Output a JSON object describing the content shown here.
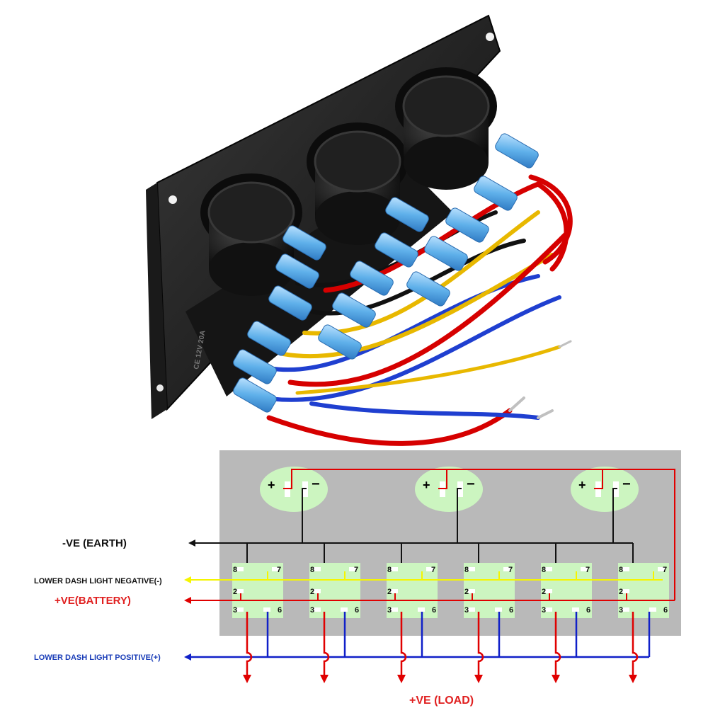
{
  "labels": {
    "earth": "-VE (EARTH)",
    "light_negative": "LOWER DASH LIGHT NEGATIVE(-)",
    "battery": "+VE(BATTERY)",
    "light_positive": "LOWER DASH LIGHT POSITIVE(+)",
    "load": "+VE (LOAD)"
  },
  "socket_symbols": {
    "plus": "+",
    "minus": "−"
  },
  "switch_pins": {
    "p8": "8",
    "p7": "7",
    "p2": "2",
    "p3": "3",
    "p6": "6"
  },
  "switch_count": 6,
  "socket_count": 3,
  "colors": {
    "earth": "#111111",
    "battery": "#e00000",
    "light_negative": "#f5f500",
    "light_positive": "#1020c8",
    "light_positive_text": "#1a3db8",
    "battery_text": "#e02020",
    "panel_gray": "#b9b9b9",
    "switch_green": "#ccf5c0"
  }
}
